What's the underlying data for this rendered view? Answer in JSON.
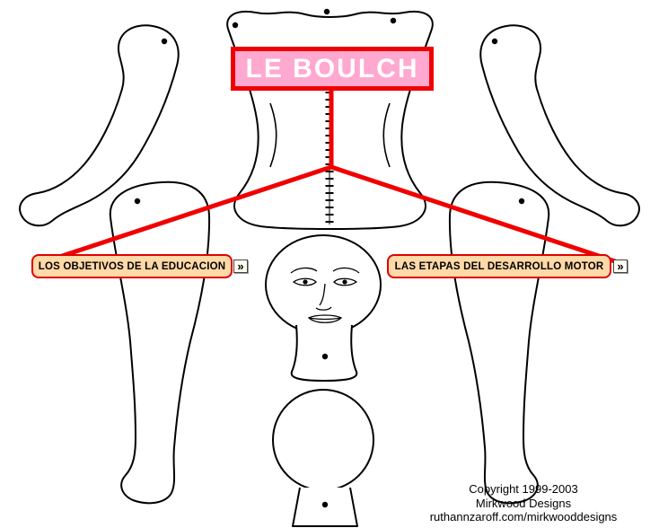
{
  "diagram": {
    "title": "LE BOULCH",
    "nodes": {
      "left": {
        "label": "LOS OBJETIVOS DE LA EDUCACION",
        "expand_glyph": "»"
      },
      "right": {
        "label": "LAS ETAPAS DEL DESARROLLO MOTOR",
        "expand_glyph": "»"
      }
    },
    "colors": {
      "connector": "#f00000",
      "title_bg": "#ffa8d0",
      "title_border": "#f00000",
      "title_text": "#ffffff",
      "node_bg": "#ffd9a8",
      "node_border": "#e00000",
      "node_text": "#000000"
    }
  },
  "credits": {
    "line1": "Copyright 1999-2003",
    "line2": "Mirkwood Designs",
    "line3": "ruthannzaroff.com/mirkwooddesigns"
  }
}
